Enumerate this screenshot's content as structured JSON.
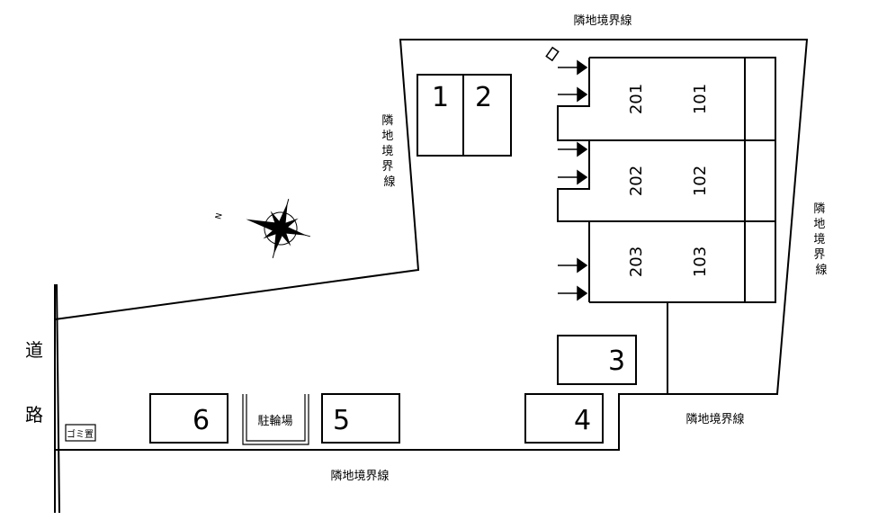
{
  "boundary_labels": {
    "top": "隣地境界線",
    "left": "隣地境界線",
    "right": "隣地境界線",
    "bottom_right": "隣地境界線",
    "bottom": "隣地境界線"
  },
  "road_label": [
    "道",
    "路"
  ],
  "garbage_label": "ゴミ置",
  "bicycle_label": "駐輪場",
  "parking_spaces": [
    "1",
    "2",
    "3",
    "4",
    "5",
    "6"
  ],
  "rooms": {
    "upper": [
      "201",
      "202",
      "203"
    ],
    "lower": [
      "101",
      "102",
      "103"
    ]
  },
  "compass_label": "N"
}
